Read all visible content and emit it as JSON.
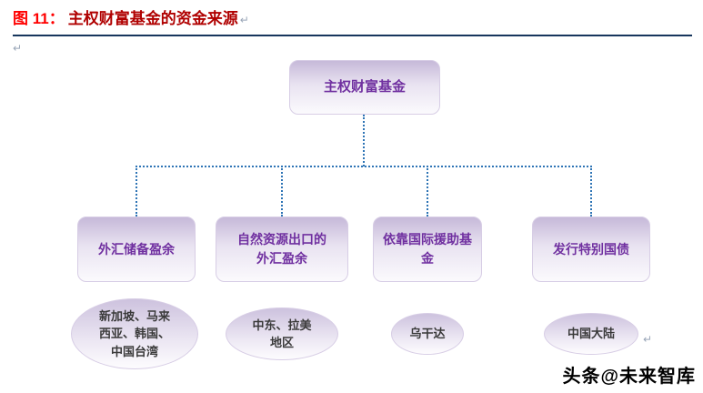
{
  "colors": {
    "figure_label_red": "#ff0000",
    "title_dark_red": "#b00000",
    "divider_navy": "#17365d",
    "node_text_purple": "#7030a0",
    "connector_blue": "#2e74b5",
    "node_fill_lavender": "#c6b9d9"
  },
  "header": {
    "figure_label": "图 11：",
    "title": "主权财富基金的资金来源"
  },
  "marks": {
    "title_pilcrow": "↵",
    "left_pilcrow": "↵",
    "trailing_pilcrow": "↵"
  },
  "diagram": {
    "root_label": "主权财富基金",
    "branches": [
      {
        "box": "外汇储备盈余",
        "oval": "新加坡、马来西亚、韩国、中国台湾"
      },
      {
        "box": "自然资源出口的外汇盈余",
        "oval": "中东、拉美地区"
      },
      {
        "box": "依靠国际援助基金",
        "oval": "乌干达"
      },
      {
        "box": "发行特别国债",
        "oval": "中国大陆"
      }
    ]
  },
  "watermark": "头条@未来智库"
}
